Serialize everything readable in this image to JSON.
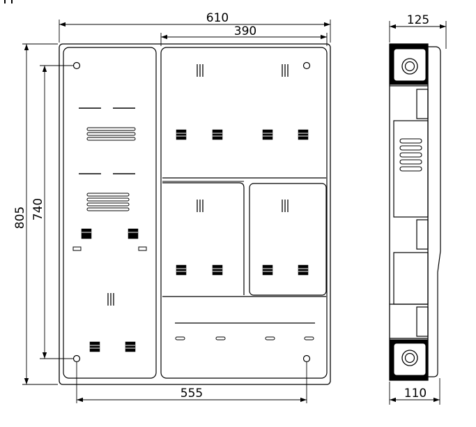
{
  "drawing": {
    "front_view": {
      "dimensions": {
        "overall_width": "610",
        "right_section_width": "390",
        "overall_height": "805",
        "mount_hole_vertical_spacing": "740",
        "mount_hole_horizontal_spacing": "555"
      }
    },
    "side_view": {
      "dimensions": {
        "overall_depth": "125",
        "body_depth": "110"
      }
    }
  }
}
